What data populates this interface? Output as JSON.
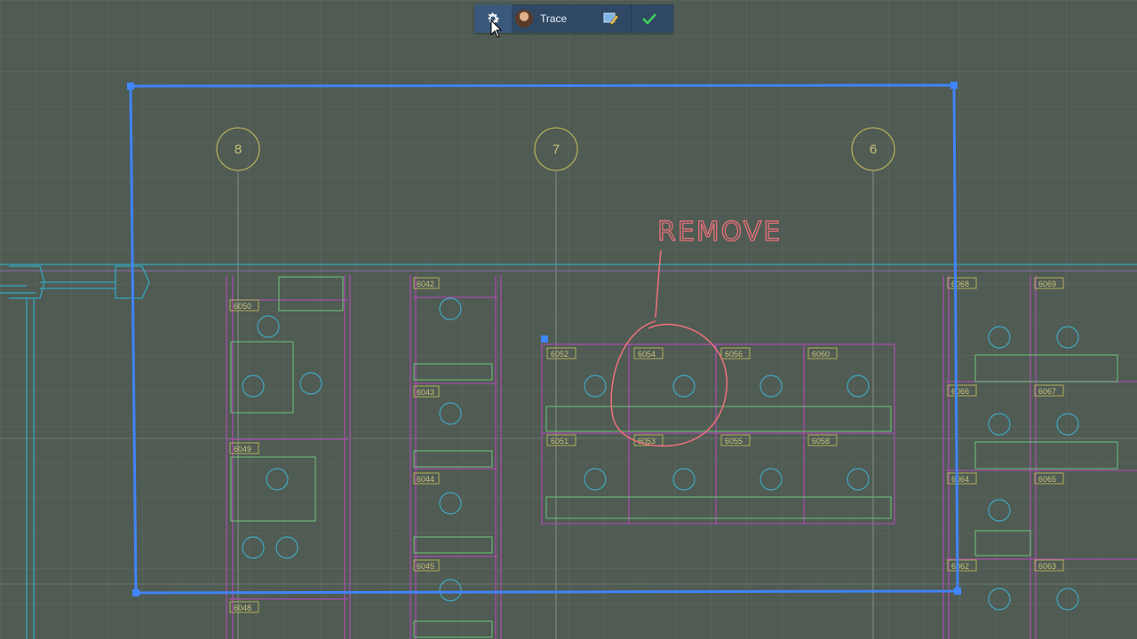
{
  "toolbar": {
    "settings_icon": "gear-icon",
    "trace_avatar": "user-avatar",
    "trace_label": "Trace",
    "edit_icon": "trace-edit-icon",
    "confirm_icon": "checkmark-icon"
  },
  "drawing": {
    "grid_bubbles": [
      "8",
      "7",
      "6"
    ],
    "markup_text": "REMOVE",
    "rooms_left": [
      "6050",
      "6049",
      "6048"
    ],
    "rooms_mid": [
      "6042",
      "6043",
      "6044",
      "6045"
    ],
    "rooms_center_top": [
      "6052",
      "6054",
      "6056",
      "6060"
    ],
    "rooms_center_bottom": [
      "6051",
      "6053",
      "6055",
      "6058"
    ],
    "rooms_right": [
      "6068",
      "6069",
      "6066",
      "6067",
      "6064",
      "6065",
      "6062",
      "6063"
    ]
  },
  "colors": {
    "background": "#4f5b53",
    "selection": "#3f86ff",
    "markup": "#e8707a",
    "walls": "#b14cb6",
    "furniture": "#6fc37a",
    "cyan_walls": "#2fb4d2",
    "bubble": "#b3ad5a"
  }
}
